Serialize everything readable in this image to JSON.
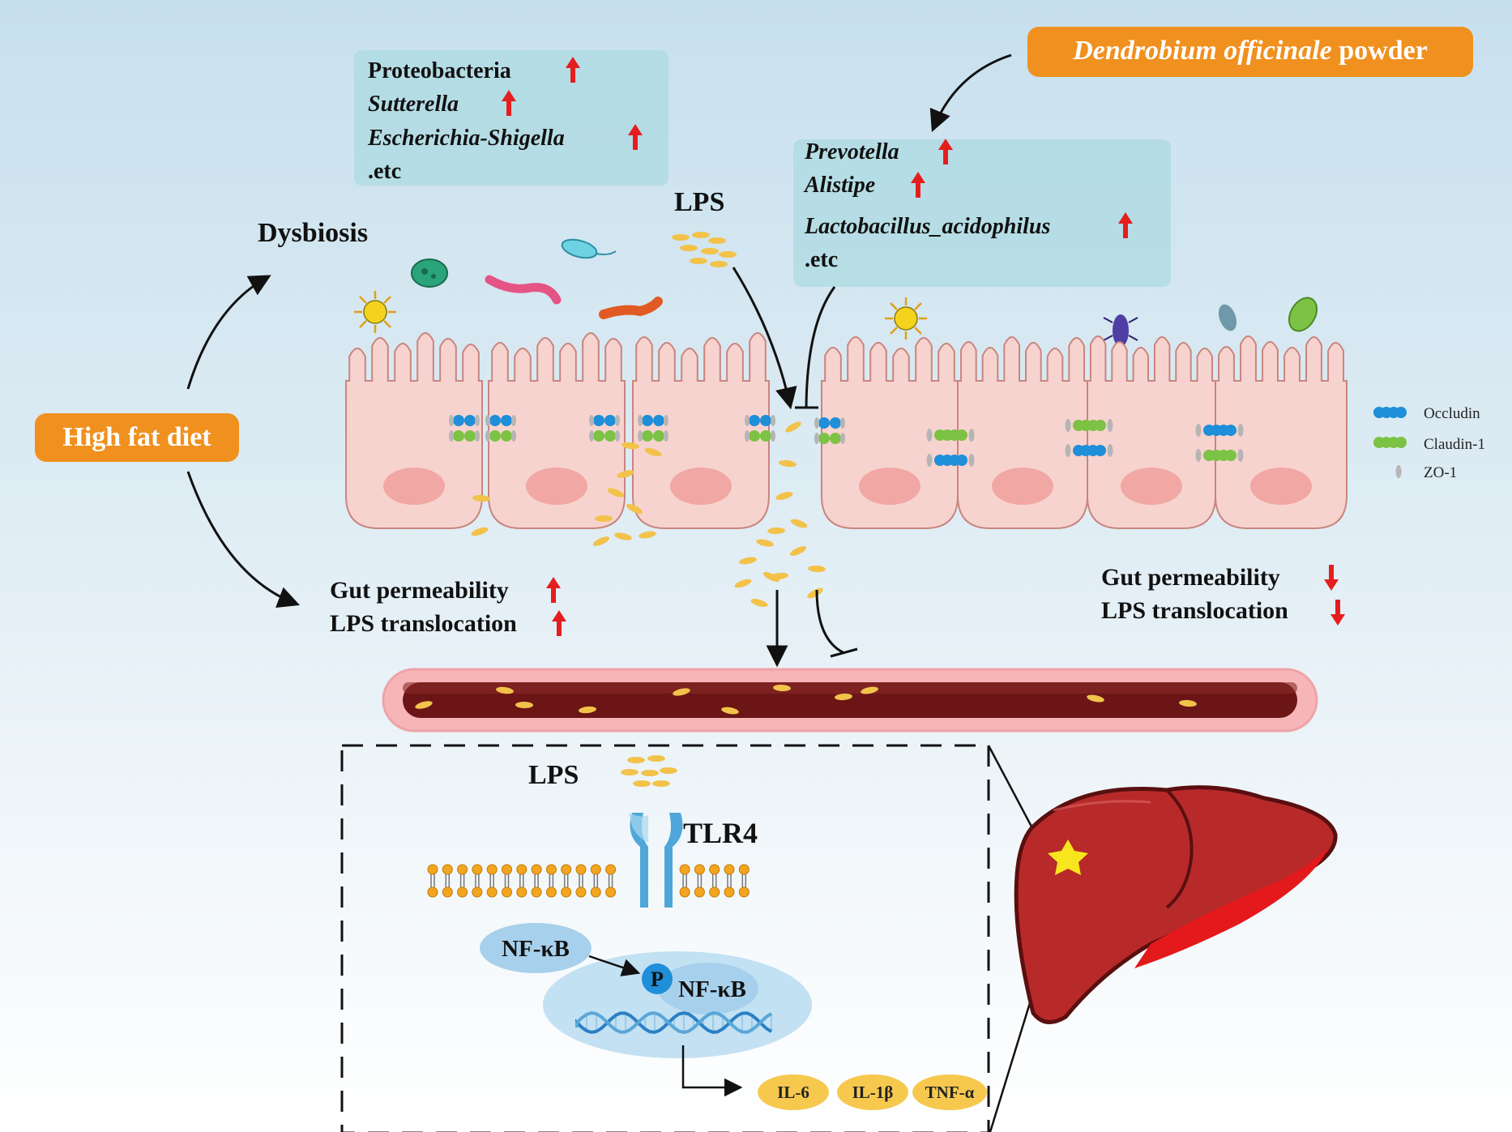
{
  "treatment": {
    "italic": "Dendrobium officinale",
    "rest": " powder"
  },
  "diet": "High fat diet",
  "dysbiosis": "Dysbiosis",
  "bacteria_up": {
    "items": [
      "Proteobacteria",
      "Sutterella",
      "Escherichia-Shigella",
      ".etc"
    ],
    "italic": [
      false,
      true,
      true,
      false
    ]
  },
  "bacteria_treated": {
    "items": [
      "Prevotella",
      "Alistipe",
      "Lactobacillus_acidophilus",
      ".etc"
    ],
    "italic": [
      true,
      true,
      true,
      false
    ]
  },
  "lps_label": "LPS",
  "hfd_effects": [
    "Gut permeability",
    "LPS translocation"
  ],
  "treated_effects": [
    "Gut permeability",
    "LPS translocation"
  ],
  "legend": [
    "Occludin",
    "Claudin-1",
    "ZO-1"
  ],
  "receptor": "TLR4",
  "nfkb": "NF-κB",
  "phospho": "P",
  "cytokines": [
    "IL-6",
    "IL-1β",
    "TNF-α"
  ],
  "colors": {
    "orange": "#f0901e",
    "up_arrow": "#e41e1e",
    "occludin": "#1e8fd8",
    "claudin": "#7cc244",
    "cell": "#f7d3cf",
    "nucleus": "#f1a7a3",
    "lps": "#f2c24a",
    "vessel": "#6b1516",
    "liver": "#b82a2a",
    "info_box": "#a8d8df"
  },
  "icons": [
    "up-arrow-icon",
    "down-arrow-icon",
    "bacterium-icon",
    "liver-icon",
    "dna-icon",
    "star-icon"
  ]
}
